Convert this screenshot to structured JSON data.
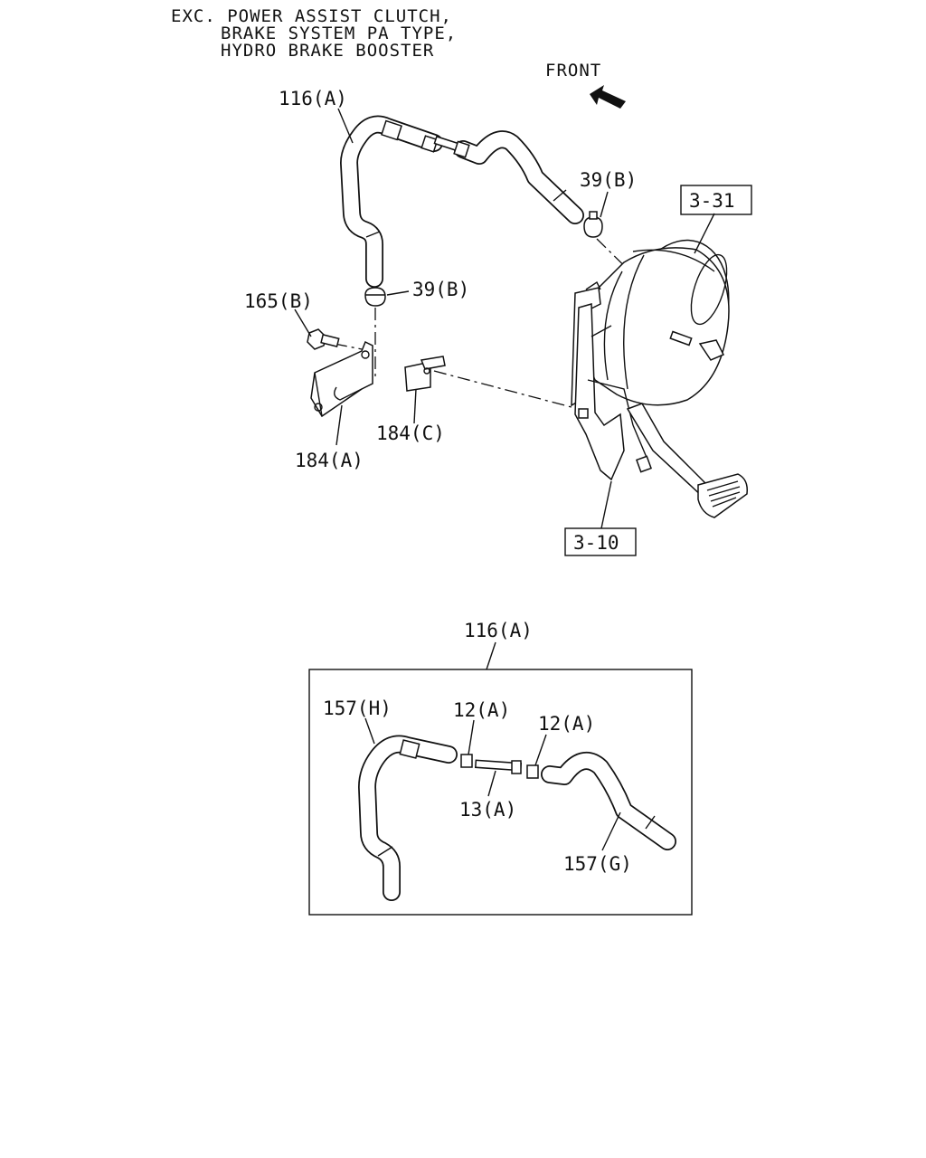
{
  "header": {
    "lines": [
      "EXC. POWER ASSIST CLUTCH,",
      "BRAKE SYSTEM PA TYPE,",
      "HYDRO BRAKE BOOSTER"
    ]
  },
  "direction": {
    "label": "FRONT"
  },
  "main_view": {
    "callouts": {
      "hose_assembly": "116(A)",
      "clip_upper": "39(B)",
      "clip_lower": "39(B)",
      "bolt": "165(B)",
      "bracket_a": "184(A)",
      "bracket_c": "184(C)"
    },
    "references": {
      "booster": "3-31",
      "pedal": "3-10"
    }
  },
  "detail_view": {
    "title": "116(A)",
    "callouts": {
      "hose_h": "157(H)",
      "hose_g": "157(G)",
      "union_left": "12(A)",
      "union_right": "12(A)",
      "joint": "13(A)"
    }
  }
}
